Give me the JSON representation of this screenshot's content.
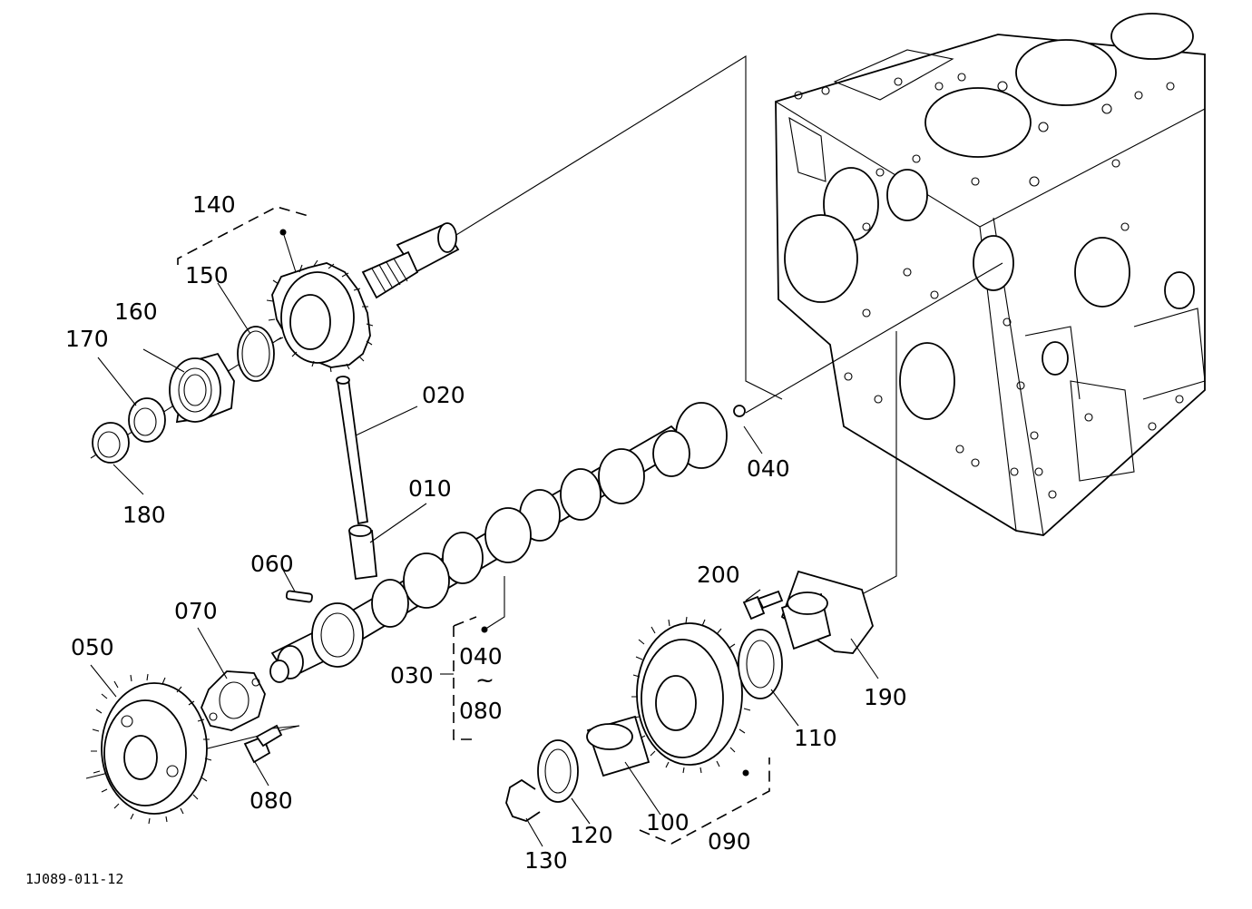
{
  "diagram": {
    "figure_code": "1J089-011-12",
    "callouts": {
      "p010": "010",
      "p020": "020",
      "p030": "030",
      "p040": "040",
      "p040_range_start": "040",
      "range_tilde": "~",
      "p080_range_end": "080",
      "p050": "050",
      "p060": "060",
      "p070": "070",
      "p080": "080",
      "p090": "090",
      "p100": "100",
      "p110": "110",
      "p120": "120",
      "p130": "130",
      "p140": "140",
      "p150": "150",
      "p160": "160",
      "p170": "170",
      "p180": "180",
      "p190": "190",
      "p200": "200"
    }
  }
}
